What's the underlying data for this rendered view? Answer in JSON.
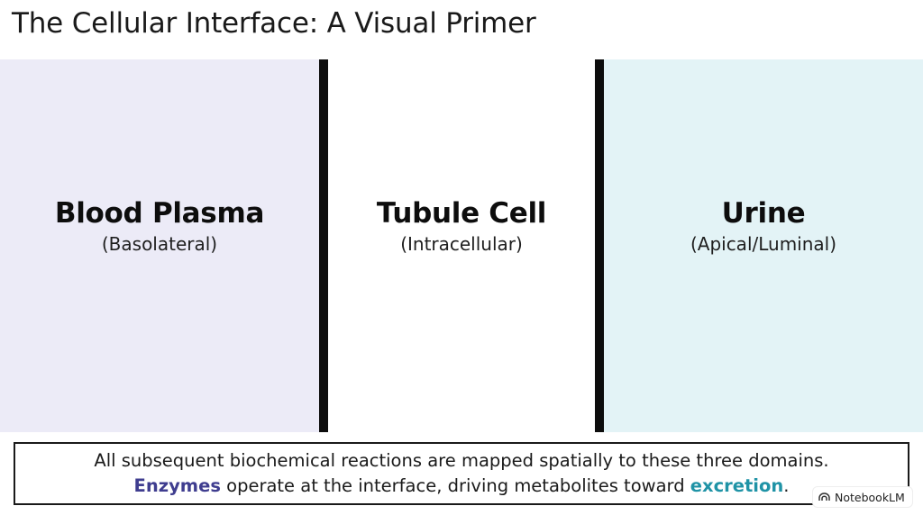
{
  "title": "The Cellular Interface: A Visual Primer",
  "panels": [
    {
      "name": "Blood Plasma",
      "sub": "(Basolateral)",
      "color": "#ecebf7"
    },
    {
      "name": "Tubule Cell",
      "sub": "(Intracellular)",
      "color": "#ffffff"
    },
    {
      "name": "Urine",
      "sub": "(Apical/Luminal)",
      "color": "#e3f3f6"
    }
  ],
  "caption": {
    "line1": "All subsequent biochemical reactions are mapped spatially to these three domains.",
    "line2_keyword1": "Enzymes",
    "line2_middle": " operate at the interface, driving metabolites toward ",
    "line2_keyword2": "excretion",
    "line2_end": "."
  },
  "badge": {
    "icon": "notebooklm-icon",
    "label": "NotebookLM"
  },
  "colors": {
    "divider": "#0d0d0d",
    "enzymes": "#3f3d8f",
    "excretion": "#1f93a6"
  }
}
